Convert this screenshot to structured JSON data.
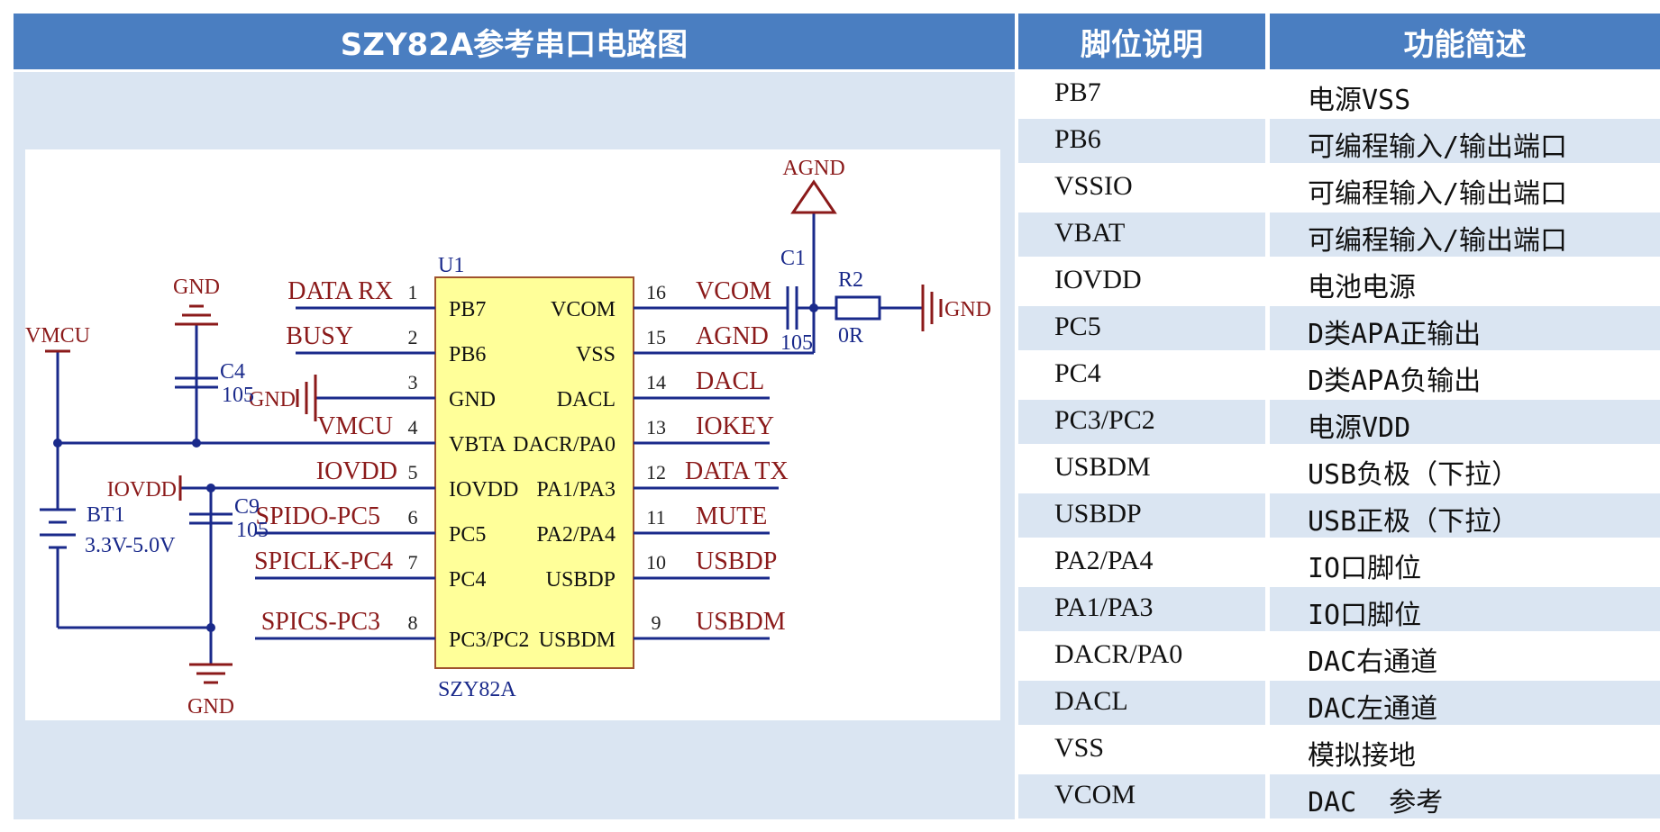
{
  "header": {
    "title": "SZY82A参考串口电路图",
    "col_pin": "脚位说明",
    "col_func": "功能简述"
  },
  "pin_table": [
    {
      "pin": "PB7",
      "desc": "电源VSS"
    },
    {
      "pin": "PB6",
      "desc": "可编程输入/输出端口"
    },
    {
      "pin": "VSSIO",
      "desc": "可编程输入/输出端口"
    },
    {
      "pin": "VBAT",
      "desc": "可编程输入/输出端口"
    },
    {
      "pin": "IOVDD",
      "desc": "电池电源"
    },
    {
      "pin": "PC5",
      "desc": "D类APA正输出"
    },
    {
      "pin": "PC4",
      "desc": "D类APA负输出"
    },
    {
      "pin": "PC3/PC2",
      "desc": "电源VDD"
    },
    {
      "pin": "USBDM",
      "desc": "USB负极（下拉）"
    },
    {
      "pin": "USBDP",
      "desc": "USB正极（下拉）"
    },
    {
      "pin": "PA2/PA4",
      "desc": "IO口脚位"
    },
    {
      "pin": "PA1/PA3",
      "desc": "IO口脚位"
    },
    {
      "pin": "DACR/PA0",
      "desc": "DAC右通道"
    },
    {
      "pin": "DACL",
      "desc": "DAC左通道"
    },
    {
      "pin": "VSS",
      "desc": "模拟接地"
    },
    {
      "pin": "VCOM",
      "desc": "DAC  参考"
    }
  ],
  "schematic": {
    "chip": {
      "ref": "U1",
      "part": "SZY82A",
      "left_pins": [
        {
          "num": "1",
          "name": "PB7",
          "net": "DATA RX"
        },
        {
          "num": "2",
          "name": "PB6",
          "net": "BUSY"
        },
        {
          "num": "3",
          "name": "GND",
          "net": "GND"
        },
        {
          "num": "4",
          "name": "VBTA",
          "net": "VMCU"
        },
        {
          "num": "5",
          "name": "IOVDD",
          "net": "IOVDD"
        },
        {
          "num": "6",
          "name": "PC5",
          "net": "SPIDO-PC5"
        },
        {
          "num": "7",
          "name": "PC4",
          "net": "SPICLK-PC4"
        },
        {
          "num": "8",
          "name": "PC3/PC2",
          "net": "SPICS-PC3"
        }
      ],
      "right_pins": [
        {
          "num": "16",
          "name": "VCOM",
          "net": "VCOM"
        },
        {
          "num": "15",
          "name": "VSS",
          "net": "AGND"
        },
        {
          "num": "14",
          "name": "DACL",
          "net": "DACL"
        },
        {
          "num": "13",
          "name": "DACR/PA0",
          "net": "IOKEY"
        },
        {
          "num": "12",
          "name": "PA1/PA3",
          "net": "DATA TX"
        },
        {
          "num": "11",
          "name": "PA2/PA4",
          "net": "MUTE"
        },
        {
          "num": "10",
          "name": "USBDP",
          "net": "USBDP"
        },
        {
          "num": "9",
          "name": "USBDM",
          "net": "USBDM"
        }
      ]
    },
    "components": {
      "c1_ref": "C1",
      "c1_val": "105",
      "r2_ref": "R2",
      "r2_val": "0R",
      "c4_ref": "C4",
      "c4_val": "105",
      "c9_ref": "C9",
      "c9_val": "105",
      "bt1_ref": "BT1",
      "bt1_val": "3.3V-5.0V"
    },
    "nets": {
      "agnd": "AGND",
      "gnd": "GND",
      "vmcu": "VMCU",
      "iovdd": "IOVDD"
    }
  },
  "colors": {
    "header_bg": "#4a7ec1",
    "row_shade": "#dae5f2",
    "chip_fill": "#ffff99",
    "chip_border": "#a0522d",
    "wire": "#1a2a8b",
    "net_label": "#8b1a1a",
    "power_symbol": "#8b1a1a"
  }
}
